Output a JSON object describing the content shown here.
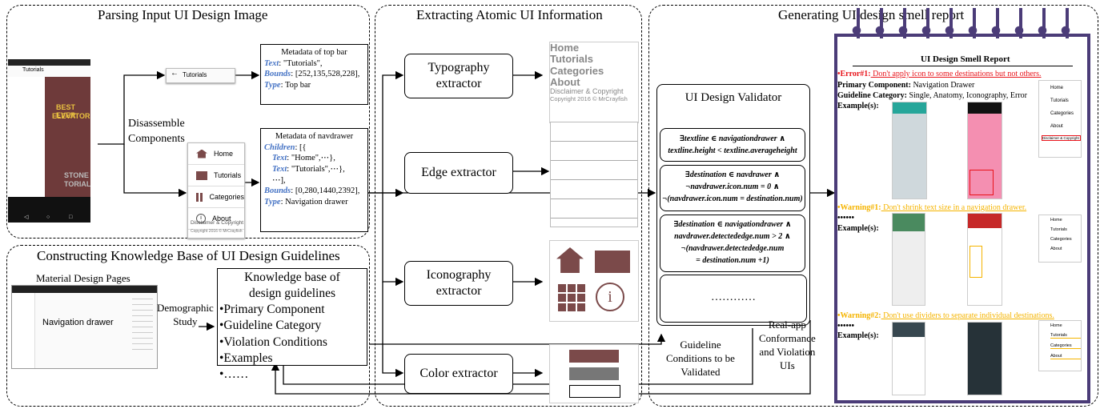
{
  "panels": {
    "parse_title": "Parsing Input UI Design Image",
    "extract_title": "Extracting Atomic UI Information",
    "report_title": "Generating UI design smell report",
    "kb_title": "Constructing Knowledge Base of UI Design Guidelines"
  },
  "parse": {
    "topbar_label": "Tutorials",
    "disassemble": "Disassemble\nComponents",
    "nav_items": [
      "Home",
      "Tutorials",
      "Categories",
      "About"
    ],
    "nav_footer": "Disclaimer & Copyright",
    "nav_copyright": "Copyright 2016 © MrCrayfish",
    "phone_title": "Tutorials",
    "phone_promo_1": "BEST EVER",
    "phone_promo_2": "ELEVATOR",
    "phone_promo_3": "STONE",
    "phone_promo_4": "TORIAL",
    "meta_top": {
      "title": "Metadata of top bar",
      "text_key": "Text",
      "text_val": ": \"Tutorials\",",
      "bounds_key": "Bounds",
      "bounds_val": ": [252,135,528,228],",
      "type_key": "Type",
      "type_val": ": Top bar"
    },
    "meta_nav": {
      "title": "Metadata of navdrawer",
      "children_key": "Children",
      "children_val": ": [{",
      "text_key": "Text",
      "text_val1": ": \"Home\",⋯},",
      "text_val2": ": \"Tutorials\",⋯},",
      "ellipsis": "⋯],",
      "bounds_key": "Bounds",
      "bounds_val": ": [0,280,1440,2392],",
      "type_key": "Type",
      "type_val": ": Navigation drawer"
    }
  },
  "extract": {
    "typography": "Typography\nextractor",
    "edge": "Edge extractor",
    "iconography": "Iconography\nextractor",
    "color": "Color extractor",
    "typo_sample": [
      "Home",
      "Tutorials",
      "Categories",
      "About"
    ],
    "typo_small": [
      "Disclaimer & Copyright",
      "Copyright 2016 © MrCrayfish"
    ],
    "swatch_colors": [
      "#7b4a4a",
      "#777777",
      "#ffffff"
    ]
  },
  "kb": {
    "material_label": "Material Design Pages",
    "md_page_title": "Navigation drawer",
    "demographic": "Demographic\nStudy",
    "kb_title": "Knowledge base of\ndesign guidelines",
    "items": [
      "•Primary Component",
      "•Guideline Category",
      "•Violation Conditions",
      "•Examples",
      "•……"
    ]
  },
  "validator": {
    "title": "UI Design Validator",
    "rule1_l1": "∃textline ∈ navigationdrawer ∧",
    "rule1_l2": "textline.height < textline.averageheight",
    "rule2_l1": "∃destination ∈ navdrawer ∧",
    "rule2_l2": "¬navdrawer.icon.num = 0 ∧",
    "rule2_l3": "¬(navdrawer.icon.num = destination.num)",
    "rule3_l1": "∃destination ∈ navigationdrawer ∧",
    "rule3_l2": "navdrawer.detectededge.num > 2 ∧",
    "rule3_l3": "¬(navdrawer.detectededge.num",
    "rule3_l4": "= destination.num +1)",
    "more": "…………",
    "conditions_label": "Guideline\nConditions to be\nValidated",
    "realapp_label": "Real-app\nConformance\nand Violation\nUIs"
  },
  "report": {
    "title": "UI Design Smell Report",
    "err1_head": "•Error#1:",
    "err1_text": " Don't apply icon to some destinations but not others.",
    "primary_label": "Primary Component:",
    "primary_val": " Navigation Drawer",
    "category_label": "Guideline Category:",
    "category_val": " Single, Anatomy, Iconography, Error",
    "examples_label": "Example(s):",
    "warn1_head": "•Warning#1:",
    "warn1_text": " Don't shrink text size in a navigation drawer.",
    "warn2_head": "•Warning#2:",
    "warn2_text": " Don't use dividers to separate individual destinations.",
    "dots": "••••••",
    "nav_items": [
      "Home",
      "Tutorials",
      "Categories",
      "About"
    ],
    "nav_footer": "Disclaimer & Copyright",
    "colors": {
      "error": "#e8141b",
      "warning": "#f5b400",
      "frame": "#4b3c78",
      "brand": "#7b4a4a"
    }
  }
}
